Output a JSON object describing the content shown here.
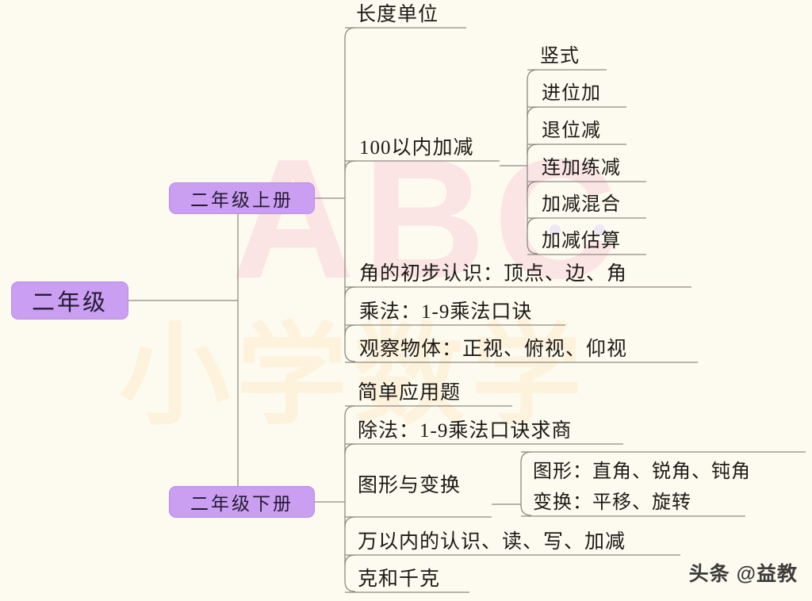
{
  "diagram": {
    "root": {
      "label": "二年级"
    },
    "branches": [
      {
        "label": "二年级上册",
        "topics": [
          {
            "label": "长度单位"
          },
          {
            "label": "100以内加减",
            "subtopics": [
              {
                "label": "竖式"
              },
              {
                "label": "进位加"
              },
              {
                "label": "退位减"
              },
              {
                "label": "连加练减"
              },
              {
                "label": "加减混合"
              },
              {
                "label": "加减估算"
              }
            ]
          },
          {
            "label": "角的初步认识：顶点、边、角"
          },
          {
            "label": "乘法：1-9乘法口诀"
          },
          {
            "label": "观察物体：正视、俯视、仰视"
          }
        ]
      },
      {
        "label": "二年级下册",
        "topics": [
          {
            "label": "简单应用题"
          },
          {
            "label": "除法：1-9乘法口诀求商"
          },
          {
            "label": "图形与变换",
            "subtopics": [
              {
                "label": "图形：直角、锐角、钝角"
              },
              {
                "label": "变换：平移、旋转"
              }
            ]
          },
          {
            "label": "万以内的认识、读、写、加减"
          },
          {
            "label": "克和千克"
          }
        ]
      }
    ]
  },
  "watermarks": {
    "abc": "ABC",
    "subject": "小学数学",
    "credit": "头条 @益教"
  },
  "colors": {
    "background": "#fdfbef",
    "node_fill": "#ca9ef1",
    "node_border": "#b98ce4",
    "connector": "#8e8a82",
    "text": "#1d1a16",
    "watermark_abc": "#fbe4e4",
    "watermark_subject": "#fdf2dc"
  }
}
